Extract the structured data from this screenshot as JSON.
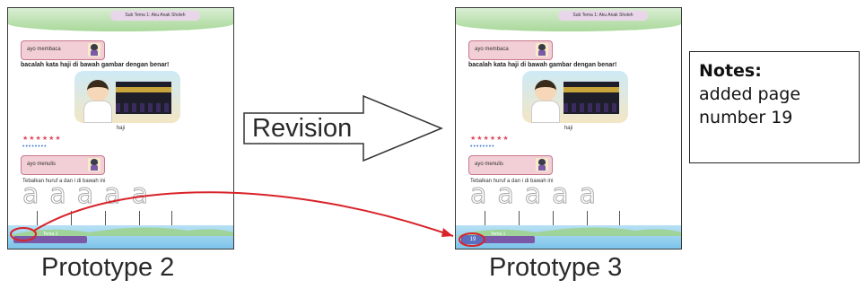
{
  "prototype_page": {
    "header_pill": "Sub Tema 1: Aku Anak Sholeh",
    "card_read_label": "ayo membaca",
    "instruction": "bacalah kata haji di bawah gambar dengan benar!",
    "picture_caption": "haji",
    "stars": "★★★★★★",
    "dots": "••••••••",
    "card_write_label": "ayo menulis",
    "tracing_instruction": "Tebalkan huruf a dan i di bawah ini",
    "tracing_letters": [
      "a",
      "a",
      "a",
      "a",
      "a"
    ],
    "page_number": "19",
    "footer_label": "Tema 1"
  },
  "arrow": {
    "label": "Revision"
  },
  "labels": {
    "prototype_2": "Prototype 2",
    "prototype_3": "Prototype 3"
  },
  "notes": {
    "title": "Notes:",
    "body": "added page\nnumber 19"
  },
  "colors": {
    "annotation": "#d8232a",
    "page_border": "#3a3a3a",
    "card_fill": "#f2cfd6",
    "footer_bar": "#7a5aa8"
  }
}
